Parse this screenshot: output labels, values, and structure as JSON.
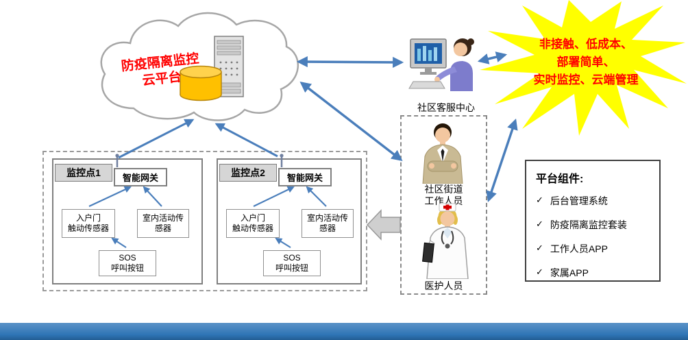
{
  "cloud": {
    "label_line1": "防疫隔离监控",
    "label_line2": "云平台"
  },
  "starburst": {
    "lines": [
      "非接触、低成本、",
      "部署简单、",
      "实时监控、云端管理"
    ]
  },
  "actors": {
    "customer_service": "社区客服中心",
    "street_worker": [
      "社区街道",
      "工作人员"
    ],
    "medical": "医护人员"
  },
  "components": {
    "title": "平台组件:",
    "check": "✓",
    "items": [
      "后台管理系统",
      "防疫隔离监控套装",
      "工作人员APP",
      "家属APP"
    ]
  },
  "monitoring": {
    "sites": [
      {
        "title": "监控点1",
        "gateway": "智能网关",
        "door_sensor": [
          "入户门",
          "触动传感器"
        ],
        "activity_sensor": [
          "室内活动传",
          "感器"
        ],
        "sos": [
          "SOS",
          "呼叫按钮"
        ]
      },
      {
        "title": "监控点2",
        "gateway": "智能网关",
        "door_sensor": [
          "入户门",
          "触动传感器"
        ],
        "activity_sensor": [
          "室内活动传",
          "感器"
        ],
        "sos": [
          "SOS",
          "呼叫按钮"
        ]
      }
    ]
  },
  "colors": {
    "arrow_blue": "#4a7ebb",
    "star_yellow": "#ffff00",
    "headline_red": "#ff0000",
    "cylinder_yellow": "#ffc000",
    "footer_blue": "#2e74b5"
  }
}
